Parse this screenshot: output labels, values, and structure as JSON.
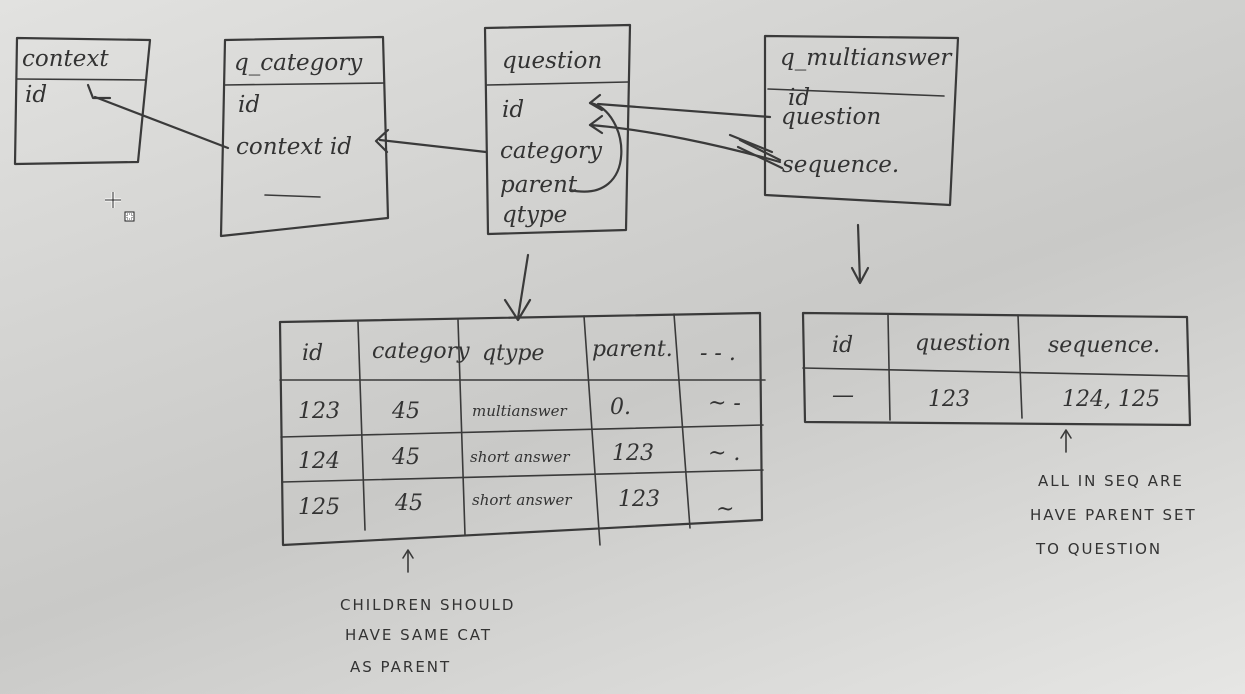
{
  "entities": {
    "context": {
      "title": "context",
      "fields": [
        "id"
      ]
    },
    "q_category": {
      "title": "q_category",
      "fields": [
        "id",
        "context id"
      ]
    },
    "question": {
      "title": "question",
      "fields": [
        "id",
        "category",
        "parent",
        "qtype"
      ]
    },
    "q_multianswer": {
      "title": "q_multianswer",
      "fields": [
        "id",
        "question",
        "sequence."
      ]
    }
  },
  "question_table": {
    "headers": [
      "id",
      "category",
      "qtype",
      "parent.",
      "- - ."
    ],
    "rows": [
      [
        "123",
        "45",
        "multianswer",
        "0.",
        "~ -"
      ],
      [
        "124",
        "45",
        "short answer",
        "123",
        "~ ."
      ],
      [
        "125",
        "45",
        "short answer",
        "123",
        "~"
      ]
    ]
  },
  "multianswer_table": {
    "headers": [
      "id",
      "question",
      "sequence."
    ],
    "rows": [
      [
        "—",
        "123",
        "124, 125"
      ]
    ]
  },
  "notes": {
    "children_note": [
      "CHILDREN SHOULD",
      "HAVE SAME CAT",
      "AS PARENT"
    ],
    "sequence_note": [
      "ALL IN SEQ ARE",
      "HAVE PARENT SET",
      "TO QUESTION"
    ]
  }
}
